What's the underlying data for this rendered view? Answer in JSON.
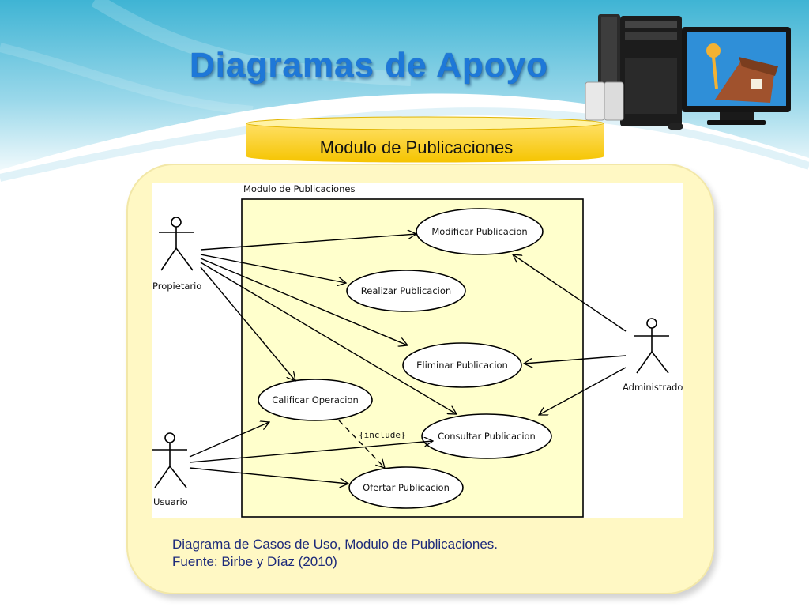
{
  "slide": {
    "title": "Diagramas de Apoyo",
    "banner": "Modulo de Publicaciones"
  },
  "diagram": {
    "system_boundary": "Modulo de Publicaciones",
    "actors": {
      "propietario": "Propietario",
      "usuario": "Usuario",
      "administrador": "Administrador"
    },
    "use_cases": {
      "modificar": "Modificar Publicacion",
      "realizar": "Realizar Publicacion",
      "eliminar": "Eliminar Publicacion",
      "calificar": "Calificar Operacion",
      "consultar": "Consultar Publicacion",
      "ofertar": "Ofertar Publicacion"
    },
    "include_label": "{include}"
  },
  "caption": {
    "line1": "Diagrama de Casos de Uso, Modulo de Publicaciones.",
    "line2": "Fuente: Birbe y Díaz (2010)"
  },
  "colors": {
    "title": "#1e78d8",
    "banner": "#ffd21a",
    "panel": "#fff8c4",
    "boundary_fill": "#ffffcc",
    "caption": "#1d2a7a"
  }
}
